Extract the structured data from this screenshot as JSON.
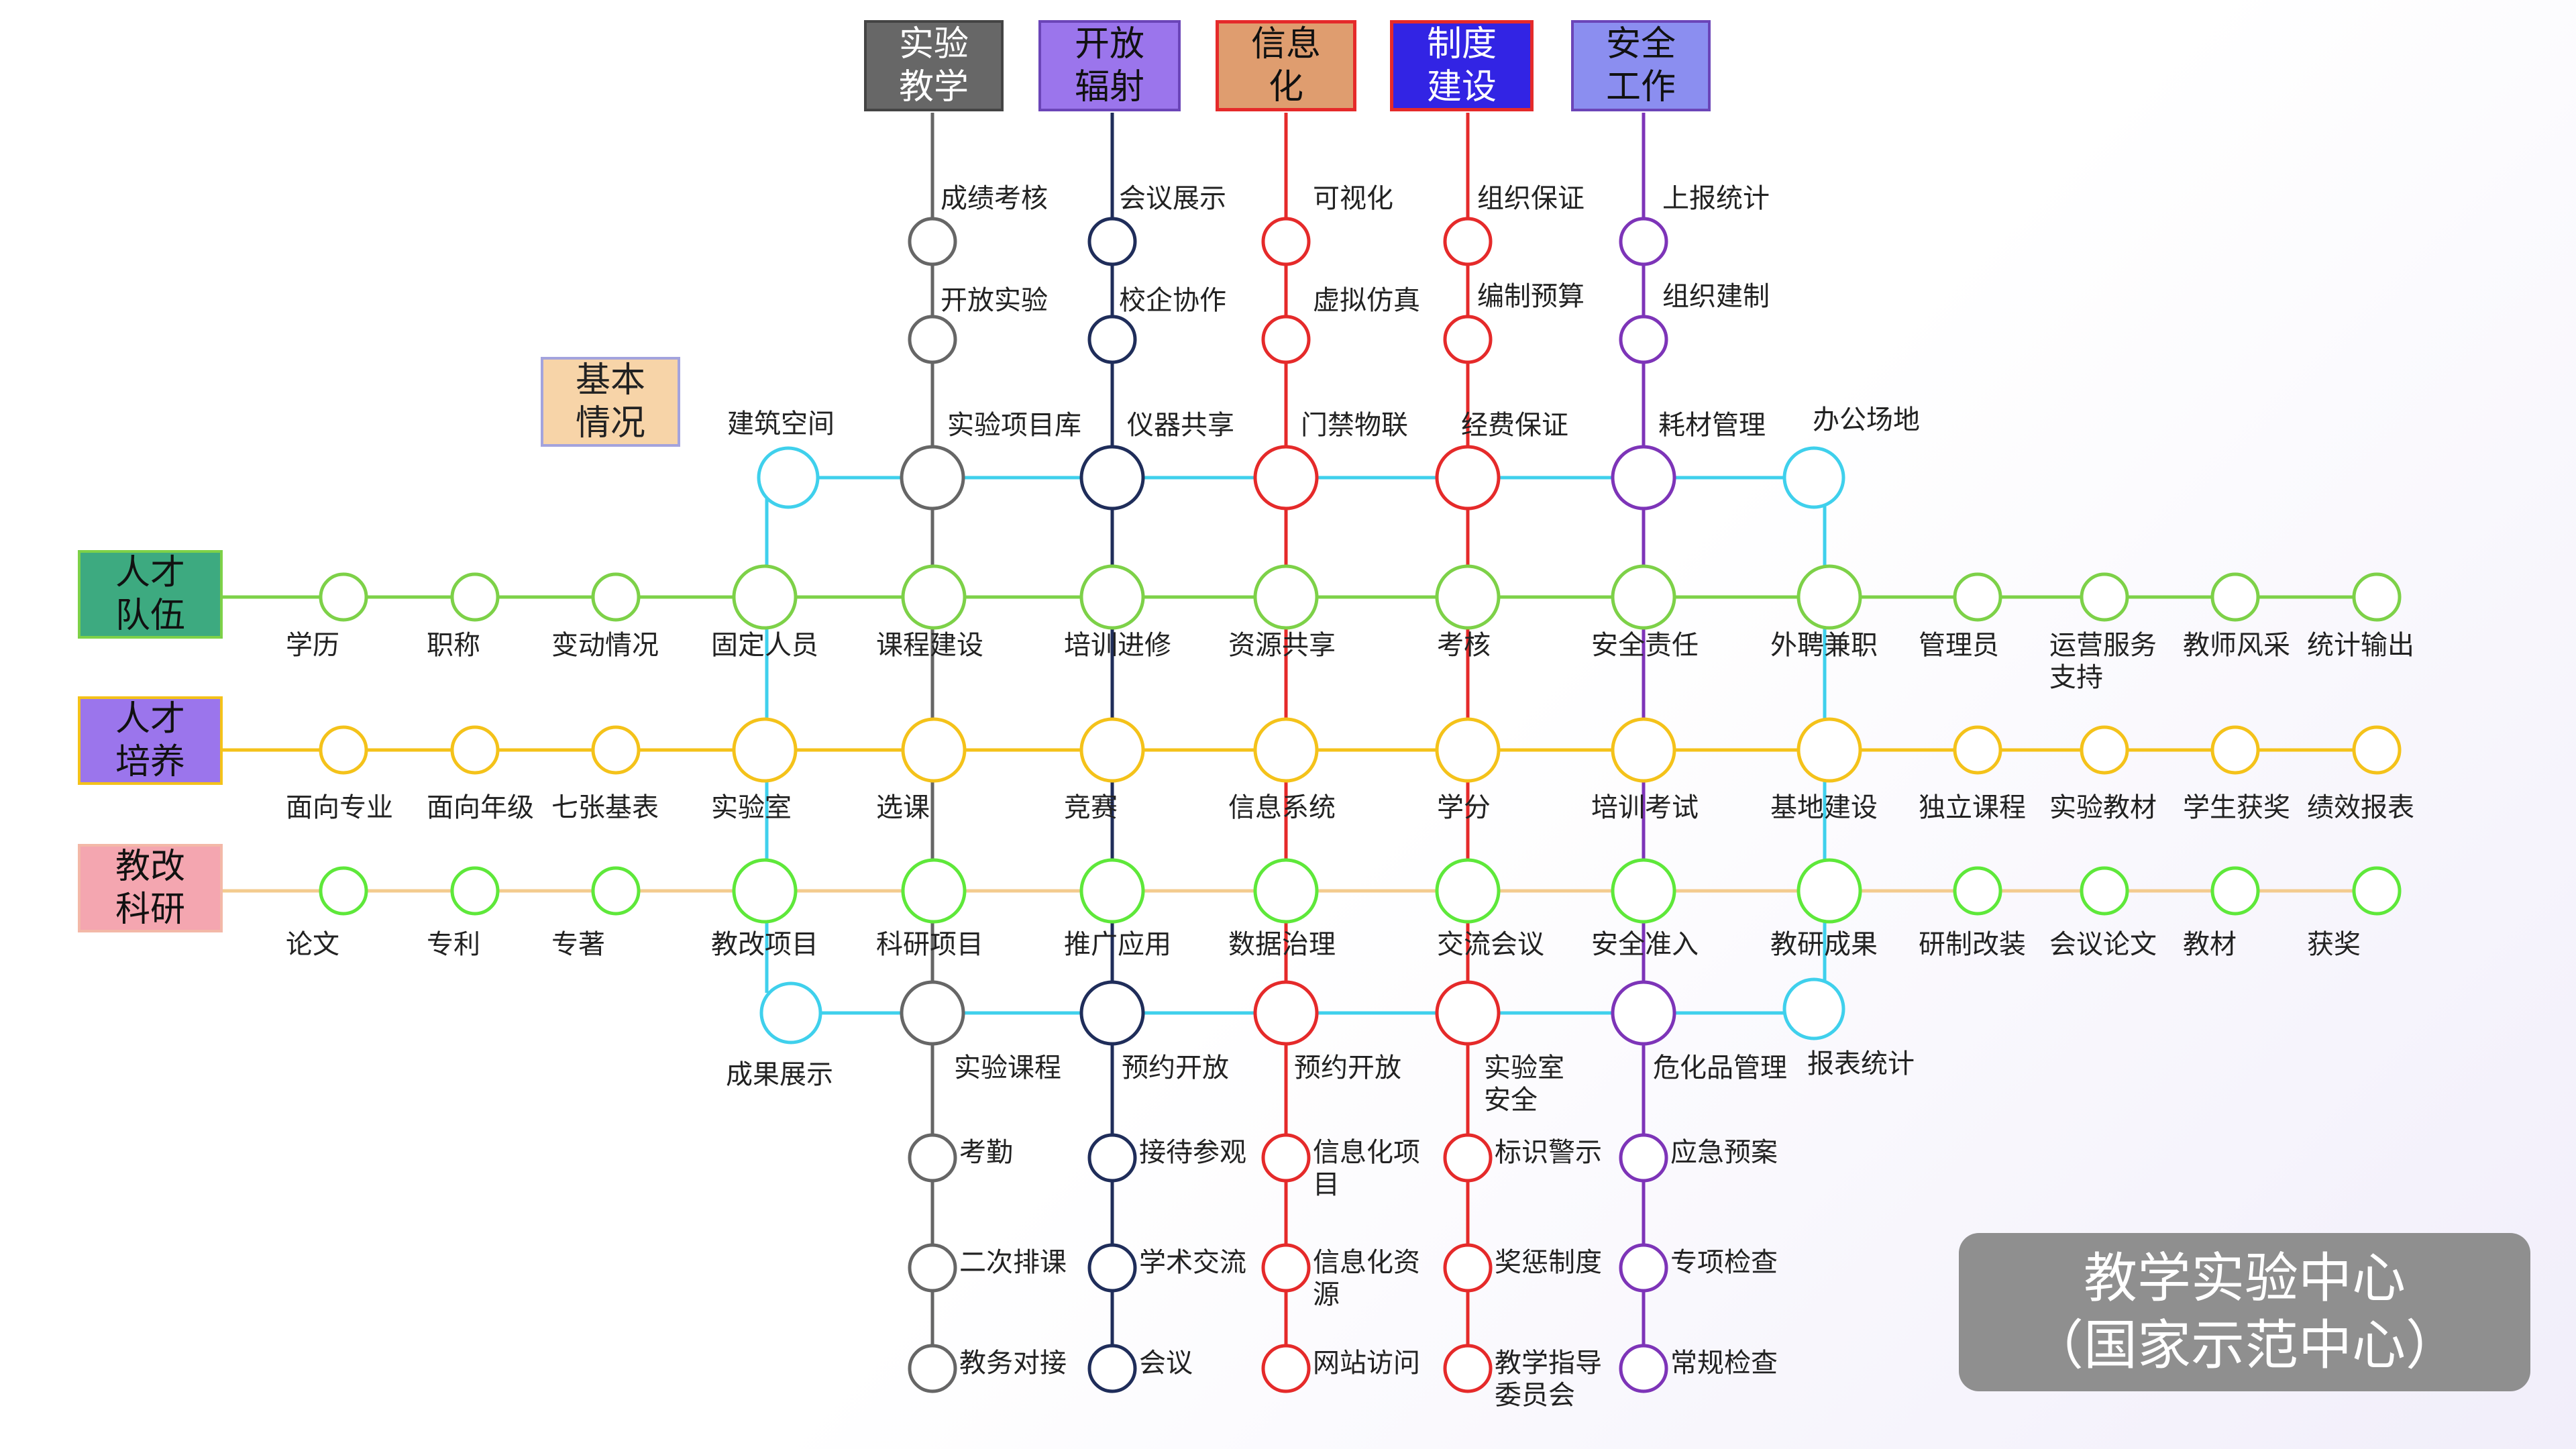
{
  "diagram": {
    "vertical_lines": [
      {
        "id": "v1",
        "title": [
          "实验",
          "教学"
        ],
        "color": "#666666",
        "title_bg": "#676767",
        "title_fg": "#ffffff",
        "top_stations": [
          "成绩考核",
          "开放实验"
        ],
        "junction_top": "实验项目库",
        "mid_stations": [
          "课程建设",
          "选课",
          "科研项目"
        ],
        "junction_bottom": "实验课程",
        "bottom_stations": [
          "考勤",
          "二次排课",
          "教务对接"
        ]
      },
      {
        "id": "v2",
        "title": [
          "开放",
          "辐射"
        ],
        "color": "#1f2d5a",
        "title_bg": "#9b75ec",
        "title_fg": "#111111",
        "top_stations": [
          "会议展示",
          "校企协作"
        ],
        "junction_top": "仪器共享",
        "mid_stations": [
          "培训进修",
          "竞赛",
          "推广应用"
        ],
        "junction_bottom": "预约开放",
        "bottom_stations": [
          "接待参观",
          "学术交流",
          "会议"
        ]
      },
      {
        "id": "v3",
        "title": [
          "信息",
          "化"
        ],
        "color": "#e52a2a",
        "title_bg": "#df9d6f",
        "title_fg": "#111111",
        "top_stations": [
          "可视化",
          "虚拟仿真"
        ],
        "junction_top": "门禁物联",
        "mid_stations": [
          "资源共享",
          "信息系统",
          "数据治理"
        ],
        "junction_bottom": "预约开放",
        "bottom_stations": [
          "信息化项目",
          "信息化资源",
          "网站访问"
        ]
      },
      {
        "id": "v4",
        "title": [
          "制度",
          "建设"
        ],
        "color": "#e52a2a",
        "title_bg": "#3224e4",
        "title_fg": "#ffffff",
        "top_stations": [
          "组织保证",
          "编制预算"
        ],
        "junction_top": "经费保证",
        "mid_stations": [
          "考核",
          "学分",
          "交流会议"
        ],
        "junction_bottom": "实验室安全",
        "bottom_stations": [
          "标识警示",
          "奖惩制度",
          "教学指导委员会"
        ]
      },
      {
        "id": "v5",
        "title": [
          "安全",
          "工作"
        ],
        "color": "#7d34b8",
        "title_bg": "#8b8ef0",
        "title_fg": "#111111",
        "top_stations": [
          "上报统计",
          "组织建制"
        ],
        "junction_top": "耗材管理",
        "mid_stations": [
          "安全责任",
          "培训考试",
          "安全准入"
        ],
        "junction_bottom": "危化品管理",
        "bottom_stations": [
          "应急预案",
          "专项检查",
          "常规检查"
        ]
      }
    ],
    "loop": {
      "title": [
        "基本",
        "情况"
      ],
      "color": "#3fd0ec",
      "top_left": "建筑空间",
      "top_right": "办公场地",
      "bottom_left": "成果展示",
      "bottom_right": "报表统计"
    },
    "horizontal_lines": [
      {
        "id": "h1",
        "title": [
          "人才",
          "队伍"
        ],
        "color": "#7dd148",
        "box_bg": "#3daa80",
        "stations": [
          "学历",
          "职称",
          "变动情况",
          "固定人员",
          "课程建设",
          "培训进修",
          "资源共享",
          "考核",
          "安全责任",
          "外聘兼职",
          "管理员",
          "运营服务支持",
          "教师风采",
          "统计输出"
        ]
      },
      {
        "id": "h2",
        "title": [
          "人才",
          "培养"
        ],
        "color": "#f4c21a",
        "box_bg": "#9b75ec",
        "stations": [
          "面向专业",
          "面向年级",
          "七张基表",
          "实验室",
          "选课",
          "竞赛",
          "信息系统",
          "学分",
          "培训考试",
          "基地建设",
          "独立课程",
          "实验教材",
          "学生获奖",
          "绩效报表"
        ]
      },
      {
        "id": "h3",
        "title": [
          "教改",
          "科研"
        ],
        "color": "#5ee83a",
        "track_color": "#f3cb8f",
        "box_bg": "#f4a6b0",
        "stations": [
          "论文",
          "专利",
          "专著",
          "教改项目",
          "科研项目",
          "推广应用",
          "数据治理",
          "交流会议",
          "安全准入",
          "教研成果",
          "研制改装",
          "会议论文",
          "教材",
          "获奖"
        ]
      }
    ],
    "center": {
      "line1": "教学实验中心",
      "line2": "（国家示范中心）"
    }
  }
}
